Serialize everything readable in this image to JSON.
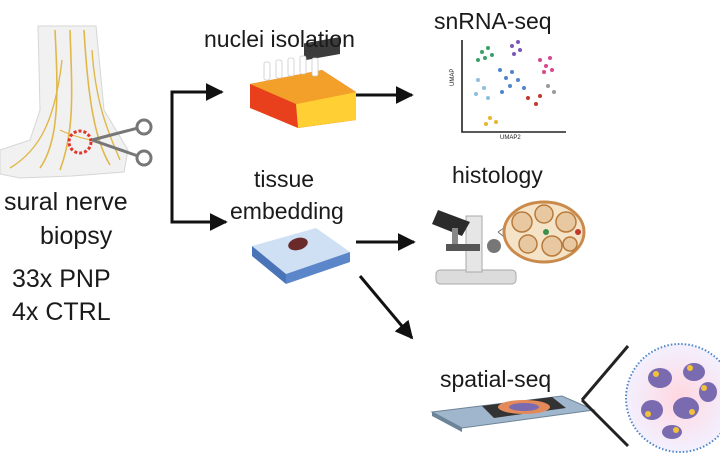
{
  "left": {
    "biopsy_label_line1": "sural nerve",
    "biopsy_label_line2": "biopsy",
    "cohort_pnp": "33x PNP",
    "cohort_ctrl": "4x CTRL"
  },
  "steps": {
    "nuclei_isolation": "nuclei isolation",
    "tissue_line1": "tissue",
    "tissue_line2": "embedding"
  },
  "outputs": {
    "snrna_seq": "snRNA-seq",
    "histology": "histology",
    "spatial_seq": "spatial-seq"
  },
  "umap_axes": {
    "x": "UMAP2",
    "y": "UMAP"
  },
  "colors": {
    "nerve": "#e0b84a",
    "highlight_ring": "#e0362b",
    "heater_body": "#e8401c",
    "heater_top": "#f2a02a",
    "embedding_block": "#5b86c9",
    "histology_fascicle": "#c98a4b",
    "spatial_tissue": "#7a6bb0",
    "arrow": "#111111"
  }
}
